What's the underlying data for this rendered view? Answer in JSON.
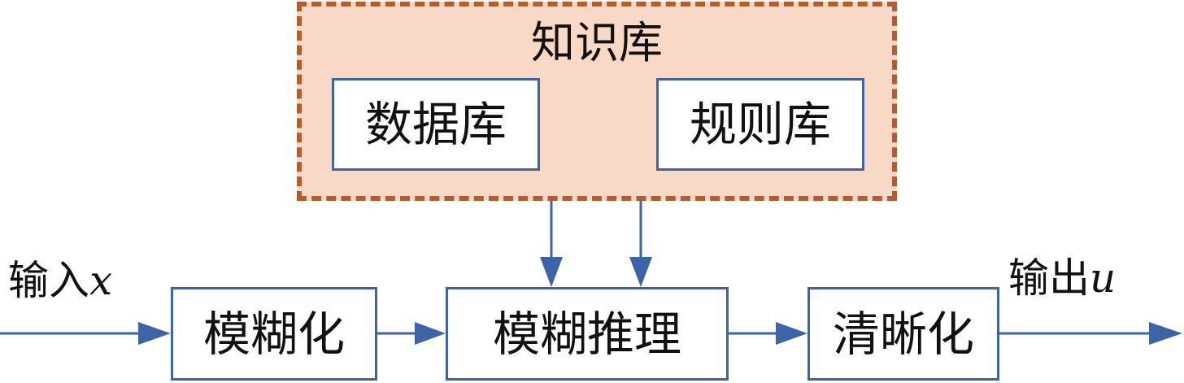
{
  "knowledge_base": {
    "title": "知识库",
    "database": "数据库",
    "rule_base": "规则库"
  },
  "blocks": {
    "fuzzify": "模糊化",
    "inference": "模糊推理",
    "defuzzify": "清晰化"
  },
  "io": {
    "input_label": "输入",
    "input_var": "x",
    "output_label": "输出",
    "output_var": "u"
  },
  "colors": {
    "box_border": "#3d63a8",
    "arrow": "#3d63a8",
    "kb_fill": "#f8d9c5",
    "kb_border": "#b85a2c"
  }
}
